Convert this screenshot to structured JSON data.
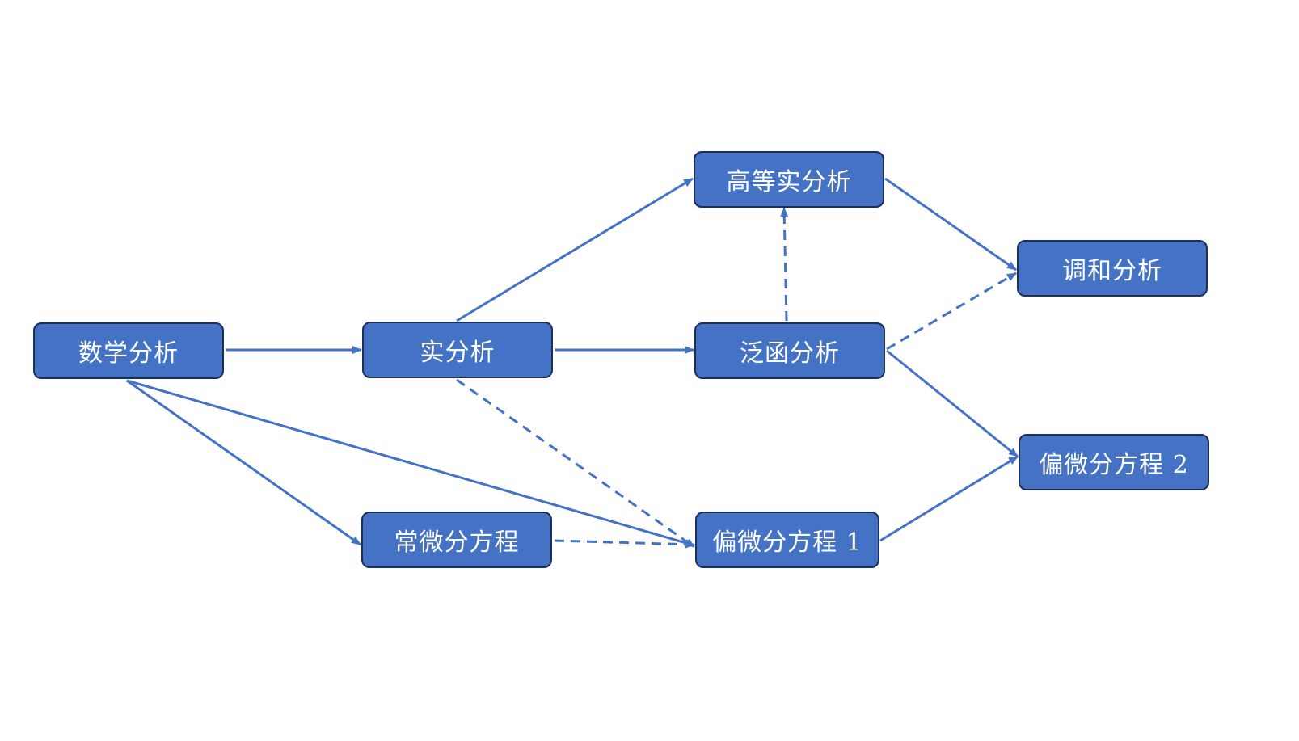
{
  "colors": {
    "node_fill": "#4472c4",
    "node_border": "#1f2f4f",
    "node_text": "#ffffff",
    "edge": "#4472c4"
  },
  "nodes": {
    "math_analysis": "数学分析",
    "real_analysis": "实分析",
    "advanced_real_analysis": "高等实分析",
    "functional_analysis": "泛函分析",
    "ode": "常微分方程",
    "pde1": "偏微分方程 1",
    "harmonic_analysis": "调和分析",
    "pde2": "偏微分方程 2"
  },
  "edges": [
    {
      "from": "math_analysis",
      "to": "real_analysis",
      "style": "solid"
    },
    {
      "from": "math_analysis",
      "to": "ode",
      "style": "solid"
    },
    {
      "from": "math_analysis",
      "to": "pde1",
      "style": "solid"
    },
    {
      "from": "real_analysis",
      "to": "advanced_real_analysis",
      "style": "solid"
    },
    {
      "from": "real_analysis",
      "to": "functional_analysis",
      "style": "solid"
    },
    {
      "from": "real_analysis",
      "to": "pde1",
      "style": "dashed"
    },
    {
      "from": "functional_analysis",
      "to": "advanced_real_analysis",
      "style": "dashed"
    },
    {
      "from": "functional_analysis",
      "to": "harmonic_analysis",
      "style": "dashed"
    },
    {
      "from": "functional_analysis",
      "to": "pde2",
      "style": "solid"
    },
    {
      "from": "advanced_real_analysis",
      "to": "harmonic_analysis",
      "style": "solid"
    },
    {
      "from": "ode",
      "to": "pde1",
      "style": "dashed"
    },
    {
      "from": "pde1",
      "to": "pde2",
      "style": "solid"
    }
  ]
}
